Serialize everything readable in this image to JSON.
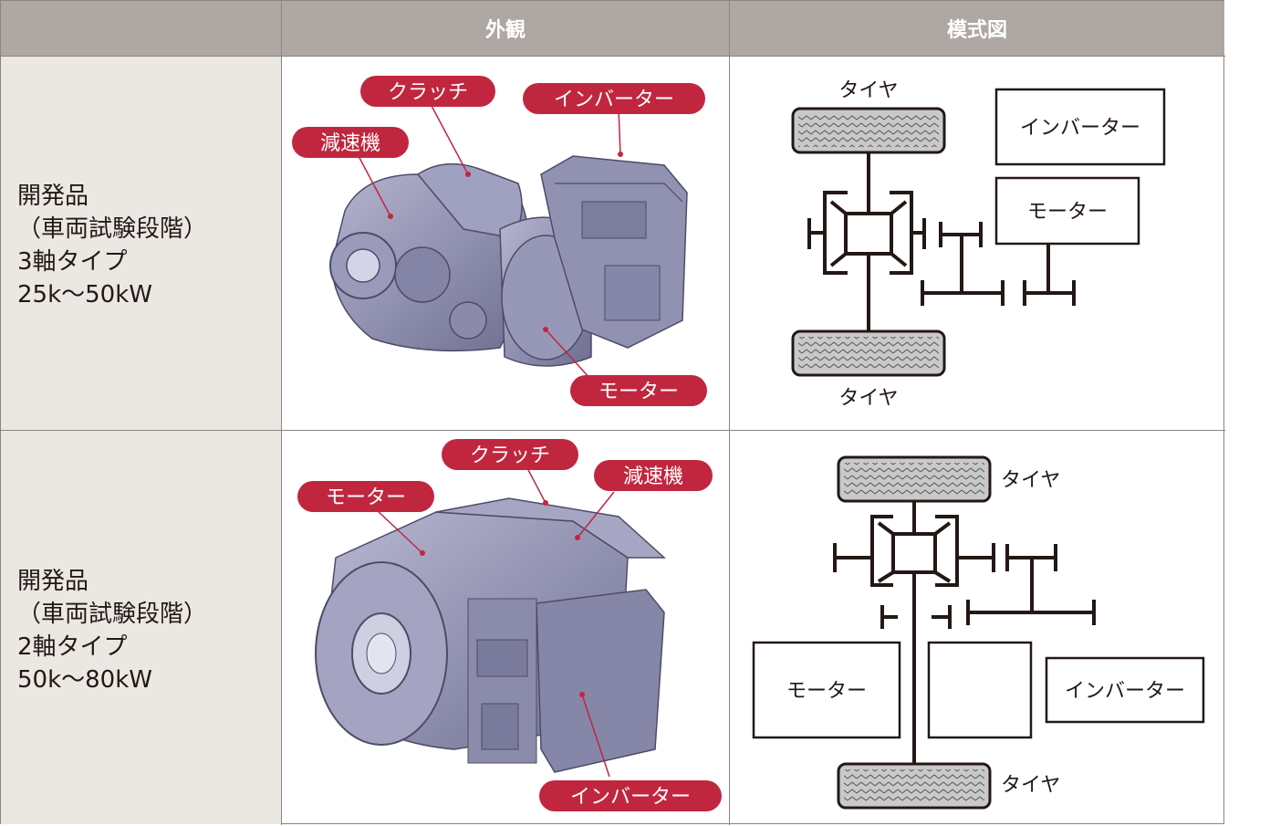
{
  "header": {
    "col_appearance": "外観",
    "col_schematic": "模式図"
  },
  "rows": [
    {
      "lines": [
        "開発品",
        "（車両試験段階）",
        "3軸タイプ",
        "25k～50kW"
      ],
      "callouts": {
        "clutch": "クラッチ",
        "inverter": "インバーター",
        "reducer": "減速機",
        "motor": "モーター"
      },
      "schematic": {
        "tire_top": "タイヤ",
        "tire_bottom": "タイヤ",
        "inverter": "インバーター",
        "motor": "モーター"
      }
    },
    {
      "lines": [
        "開発品",
        "（車両試験段階）",
        "2軸タイプ",
        "50k～80kW"
      ],
      "callouts": {
        "clutch": "クラッチ",
        "reducer": "減速機",
        "motor": "モーター",
        "inverter": "インバーター"
      },
      "schematic": {
        "tire_top": "タイヤ",
        "tire_bottom": "タイヤ",
        "motor": "モーター",
        "inverter": "インバーター"
      }
    }
  ],
  "colors": {
    "header_bg": "#aea7a3",
    "label_bg": "#ebe7e3",
    "callout_bg": "#c0273f",
    "unit_body": "#8e8eb0"
  }
}
